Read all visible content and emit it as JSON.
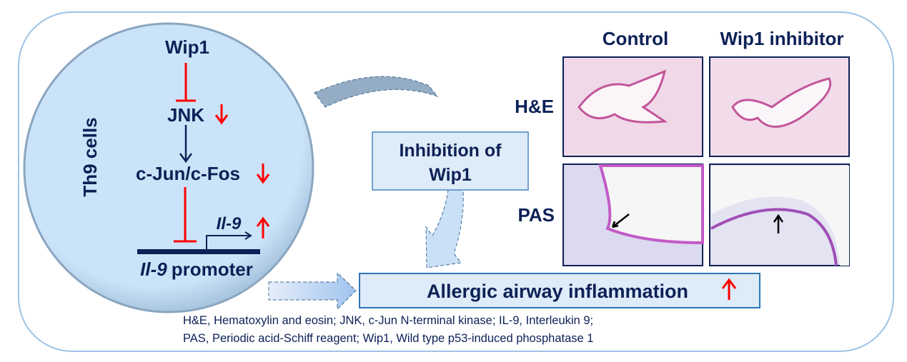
{
  "cell": {
    "label": "Th9 cells",
    "wip1": "Wip1",
    "jnk": "JNK",
    "cjun": "c-Jun/c-Fos",
    "il9": "Il-9",
    "promoter_gene": "Il-9",
    "promoter_word": "promoter"
  },
  "inhibition": {
    "line1": "Inhibition of",
    "line2": "Wip1"
  },
  "outcome": {
    "label": "Allergic airway inflammation"
  },
  "micrographs": {
    "columns": [
      "Control",
      "Wip1 inhibitor"
    ],
    "rows": [
      "H&E",
      "PAS"
    ]
  },
  "footnote": [
    "H&E, Hematoxylin and eosin; JNK, c-Jun N-terminal kinase; IL-9, Interleukin 9;",
    "PAS, Periodic acid-Schiff reagent; Wip1, Wild type p53-induced phosphatase 1"
  ],
  "colors": {
    "navy": "#0d2157",
    "red": "#ff0000",
    "cell": "#cbe3f8",
    "border": "#9dc3e6"
  }
}
